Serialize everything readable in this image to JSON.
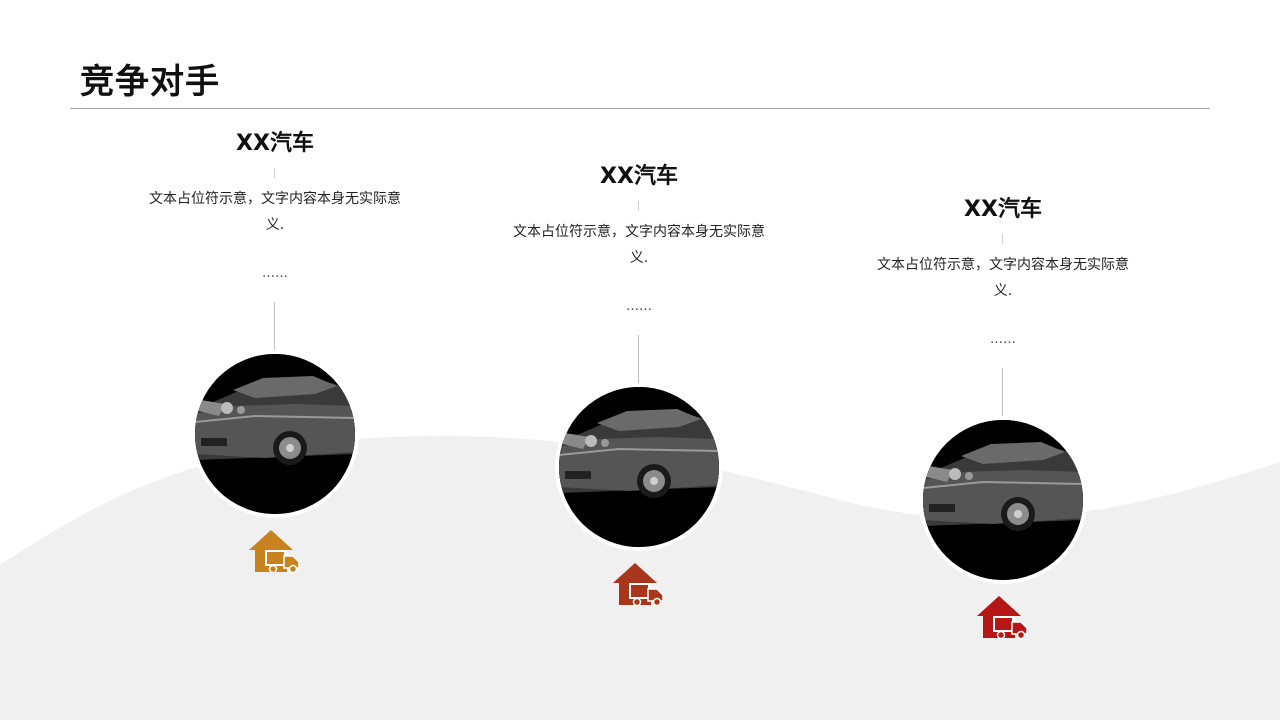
{
  "slide": {
    "title": "竞争对手"
  },
  "competitors": [
    {
      "name": "XX汽车",
      "description": "文本占位符示意，文字内容本身无实际意义.",
      "ellipsis": "……",
      "photo_icon": "car-photo",
      "badge_icon": "home-delivery-truck-icon",
      "accent_color": "#c8821e"
    },
    {
      "name": "XX汽车",
      "description": "文本占位符示意，文字内容本身无实际意义.",
      "ellipsis": "……",
      "photo_icon": "car-photo",
      "badge_icon": "home-delivery-truck-icon",
      "accent_color": "#a8361a"
    },
    {
      "name": "XX汽车",
      "description": "文本占位符示意，文字内容本身无实际意义.",
      "ellipsis": "……",
      "photo_icon": "car-photo",
      "badge_icon": "home-delivery-truck-icon",
      "accent_color": "#b51616"
    }
  ],
  "colors": {
    "background": "#ffffff",
    "wave": "#f0f0f0",
    "rule": "#a6a6a6"
  }
}
